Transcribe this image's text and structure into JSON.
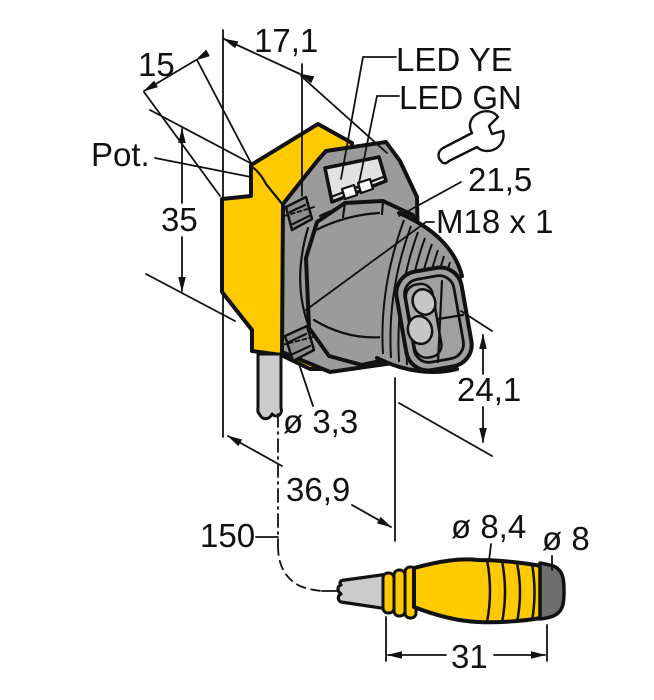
{
  "drawing": {
    "type": "technical-dimension-drawing",
    "subject": "photoelectric sensor with M18 threaded barrel, potentiometer, LED indicators and quick-disconnect cable connector",
    "colors": {
      "body_yellow": "#FFCB00",
      "housing_gray": "#9B9B9B",
      "led_window_gray": "#E2E2E2",
      "cable_gray": "#CBCBCB",
      "connector_tip_gray": "#6E6E6E",
      "line_black": "#111111",
      "background": "#FFFFFF"
    },
    "labels": {
      "dim_width_top": "17,1",
      "dim_depth": "15",
      "dim_height": "35",
      "potentiometer": "Pot.",
      "led_yellow": "LED YE",
      "led_green": "LED GN",
      "wrench_size": "21,5",
      "thread_spec": "M18 x 1",
      "dim_face_height": "24,1",
      "dim_hole_dia": "ø 3,3",
      "dim_length": "36,9",
      "dim_cable_length": "150",
      "dim_connector_dia": "ø 8,4",
      "dim_tip_dia": "ø 8",
      "dim_connector_length": "31"
    }
  }
}
